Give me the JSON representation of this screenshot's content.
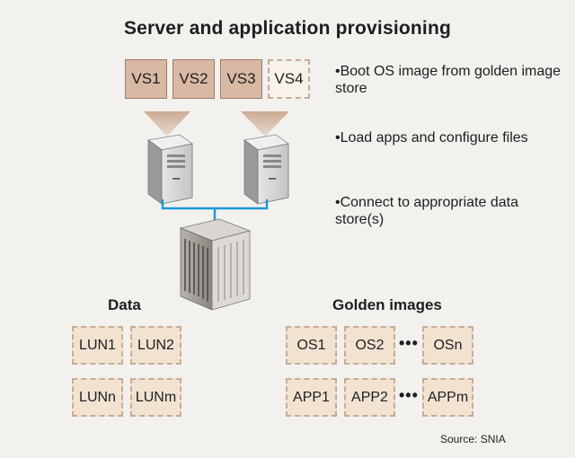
{
  "title": "Server and application provisioning",
  "virtual_servers": [
    {
      "label": "VS1",
      "state": "filled"
    },
    {
      "label": "VS2",
      "state": "filled"
    },
    {
      "label": "VS3",
      "state": "filled"
    },
    {
      "label": "VS4",
      "state": "dashed"
    }
  ],
  "steps": [
    "•Boot OS image from golden image store",
    "•Load apps and configure files",
    "•Connect to appropriate data store(s)"
  ],
  "data_store": {
    "heading": "Data",
    "items": [
      "LUN1",
      "LUN2",
      "LUNn",
      "LUNm"
    ]
  },
  "golden_images": {
    "heading": "Golden images",
    "os_row": [
      "OS1",
      "OS2",
      "OSn"
    ],
    "app_row": [
      "APP1",
      "APP2",
      "APPm"
    ],
    "ellipsis": "•••"
  },
  "source": "Source: SNIA",
  "colors": {
    "vs_fill": "#d8b9a3",
    "store_fill": "#f2e3d1",
    "network_line": "#1e9ad6",
    "beam": "#c9a88e"
  },
  "icons": [
    "server-tower-icon",
    "storage-array-icon",
    "projection-beam-icon"
  ]
}
